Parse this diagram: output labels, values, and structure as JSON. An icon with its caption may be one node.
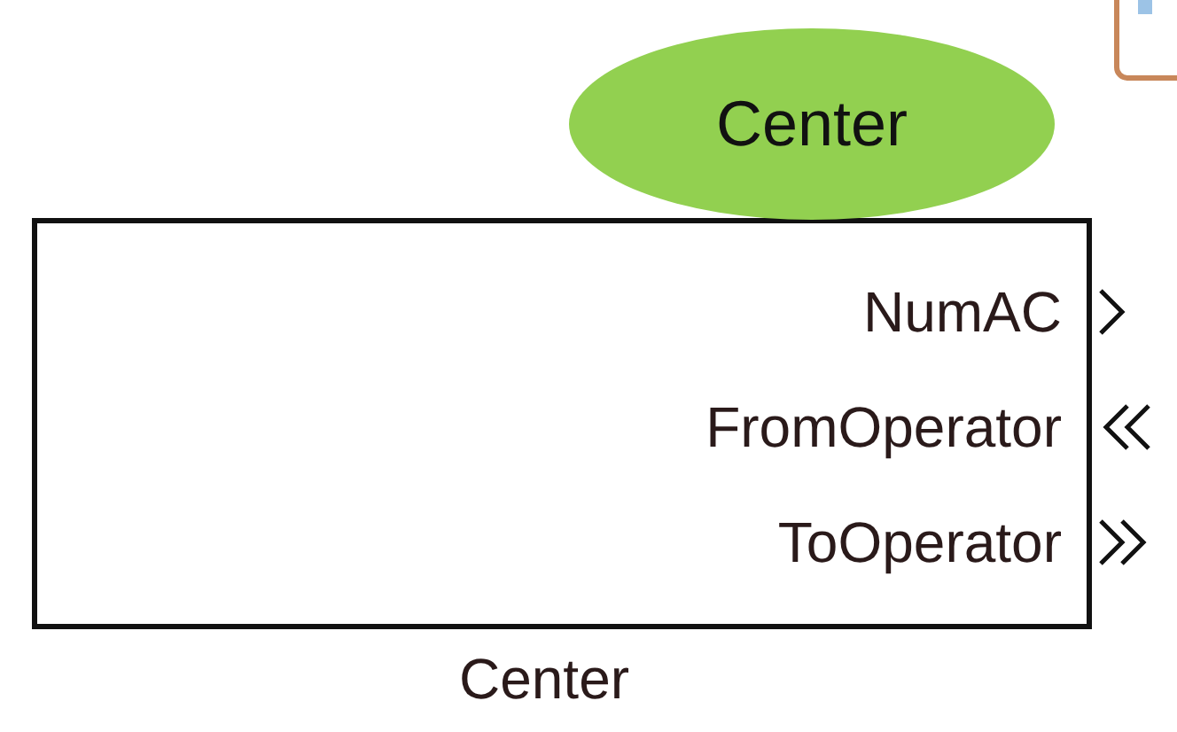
{
  "diagram": {
    "nodes": [
      {
        "text": [
          "NumAC",
          "FromOperator",
          "ToOperator"
        ],
        "beside": [
          "Center"
        ]
      },
      {
        "text": [
          "Center"
        ]
      }
    ],
    "edges": []
  }
}
